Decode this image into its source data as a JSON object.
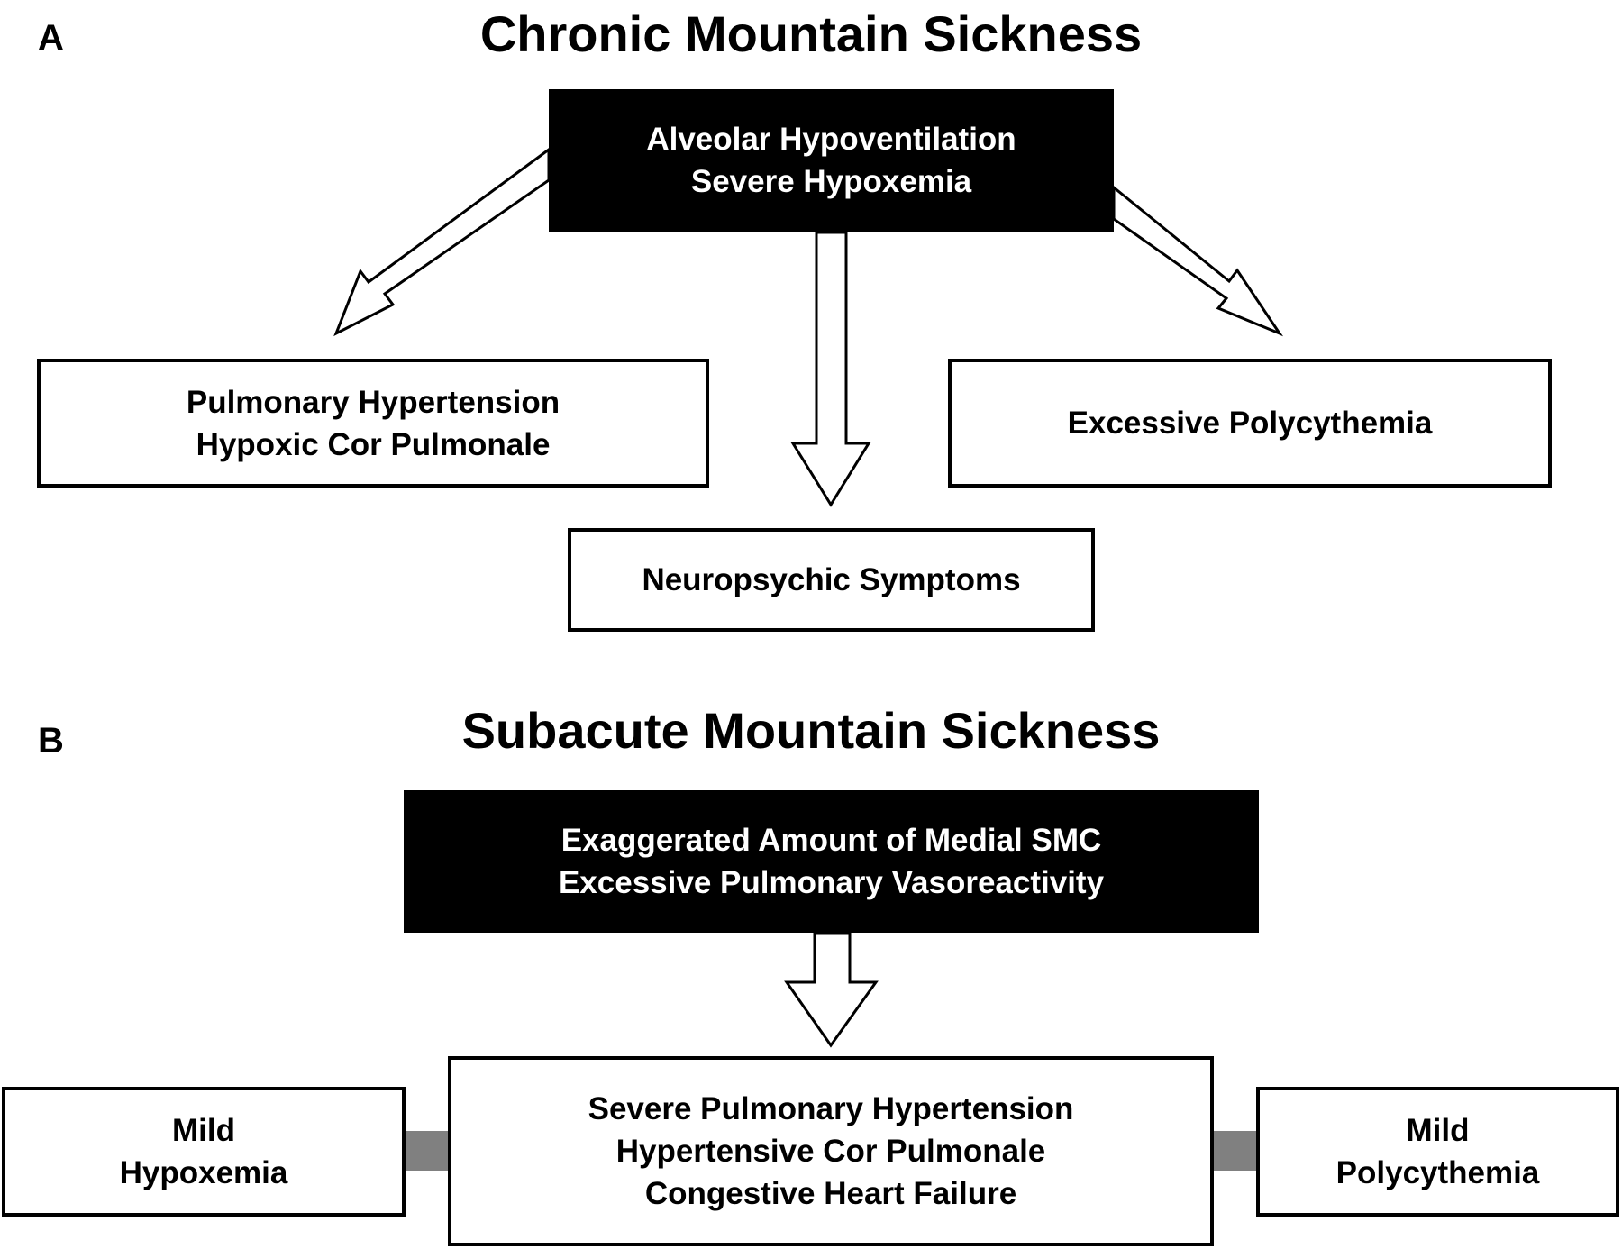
{
  "panel_a": {
    "label": "A",
    "title": "Chronic Mountain Sickness",
    "cause": [
      "Alveolar Hypoventilation",
      "Severe Hypoxemia"
    ],
    "effects": {
      "left": [
        "Pulmonary Hypertension",
        "Hypoxic Cor Pulmonale"
      ],
      "right": [
        "Excessive Polycythemia"
      ],
      "center": [
        "Neuropsychic Symptoms"
      ]
    }
  },
  "panel_b": {
    "label": "B",
    "title": "Subacute Mountain Sickness",
    "cause": [
      "Exaggerated Amount of Medial SMC",
      "Excessive Pulmonary Vasoreactivity"
    ],
    "effect": [
      "Severe Pulmonary Hypertension",
      "Hypertensive Cor Pulmonale",
      "Congestive Heart Failure"
    ],
    "left": [
      "Mild",
      "Hypoxemia"
    ],
    "right": [
      "Mild",
      "Polycythemia"
    ]
  },
  "colors": {
    "dark_box": "#000000",
    "border": "#000000",
    "connector": "#808080",
    "arrow_fill": "#ffffff"
  }
}
